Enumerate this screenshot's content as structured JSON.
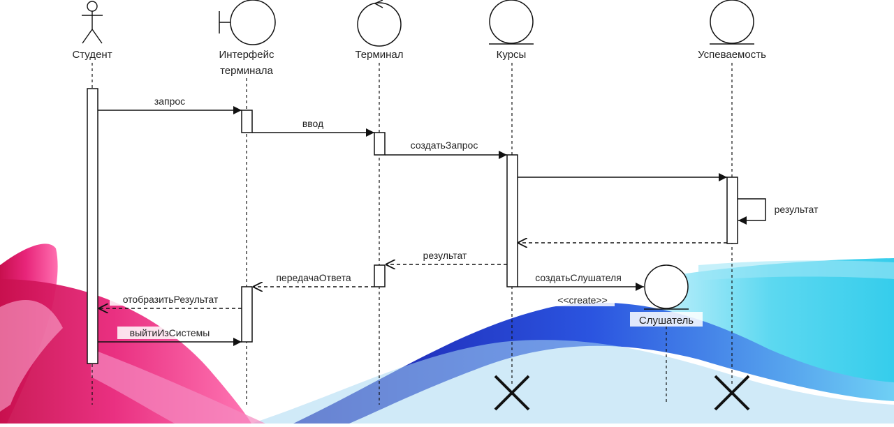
{
  "participants": {
    "student": "Студент",
    "terminal_ui_line1": "Интерфейс",
    "terminal_ui_line2": "терминала",
    "terminal": "Терминал",
    "courses": "Курсы",
    "progress": "Успеваемость",
    "listener": "Слушатель"
  },
  "messages": {
    "request": "запрос",
    "input": "ввод",
    "create_request": "создатьЗапрос",
    "self_result": "результат",
    "result": "результат",
    "pass_answer": "передачаОтвета",
    "create_listener": "создатьСлушателя",
    "create_stereotype": "<<create>>",
    "show_result": "отобразитьРезультат",
    "logout": "выйтиИзСистемы"
  }
}
